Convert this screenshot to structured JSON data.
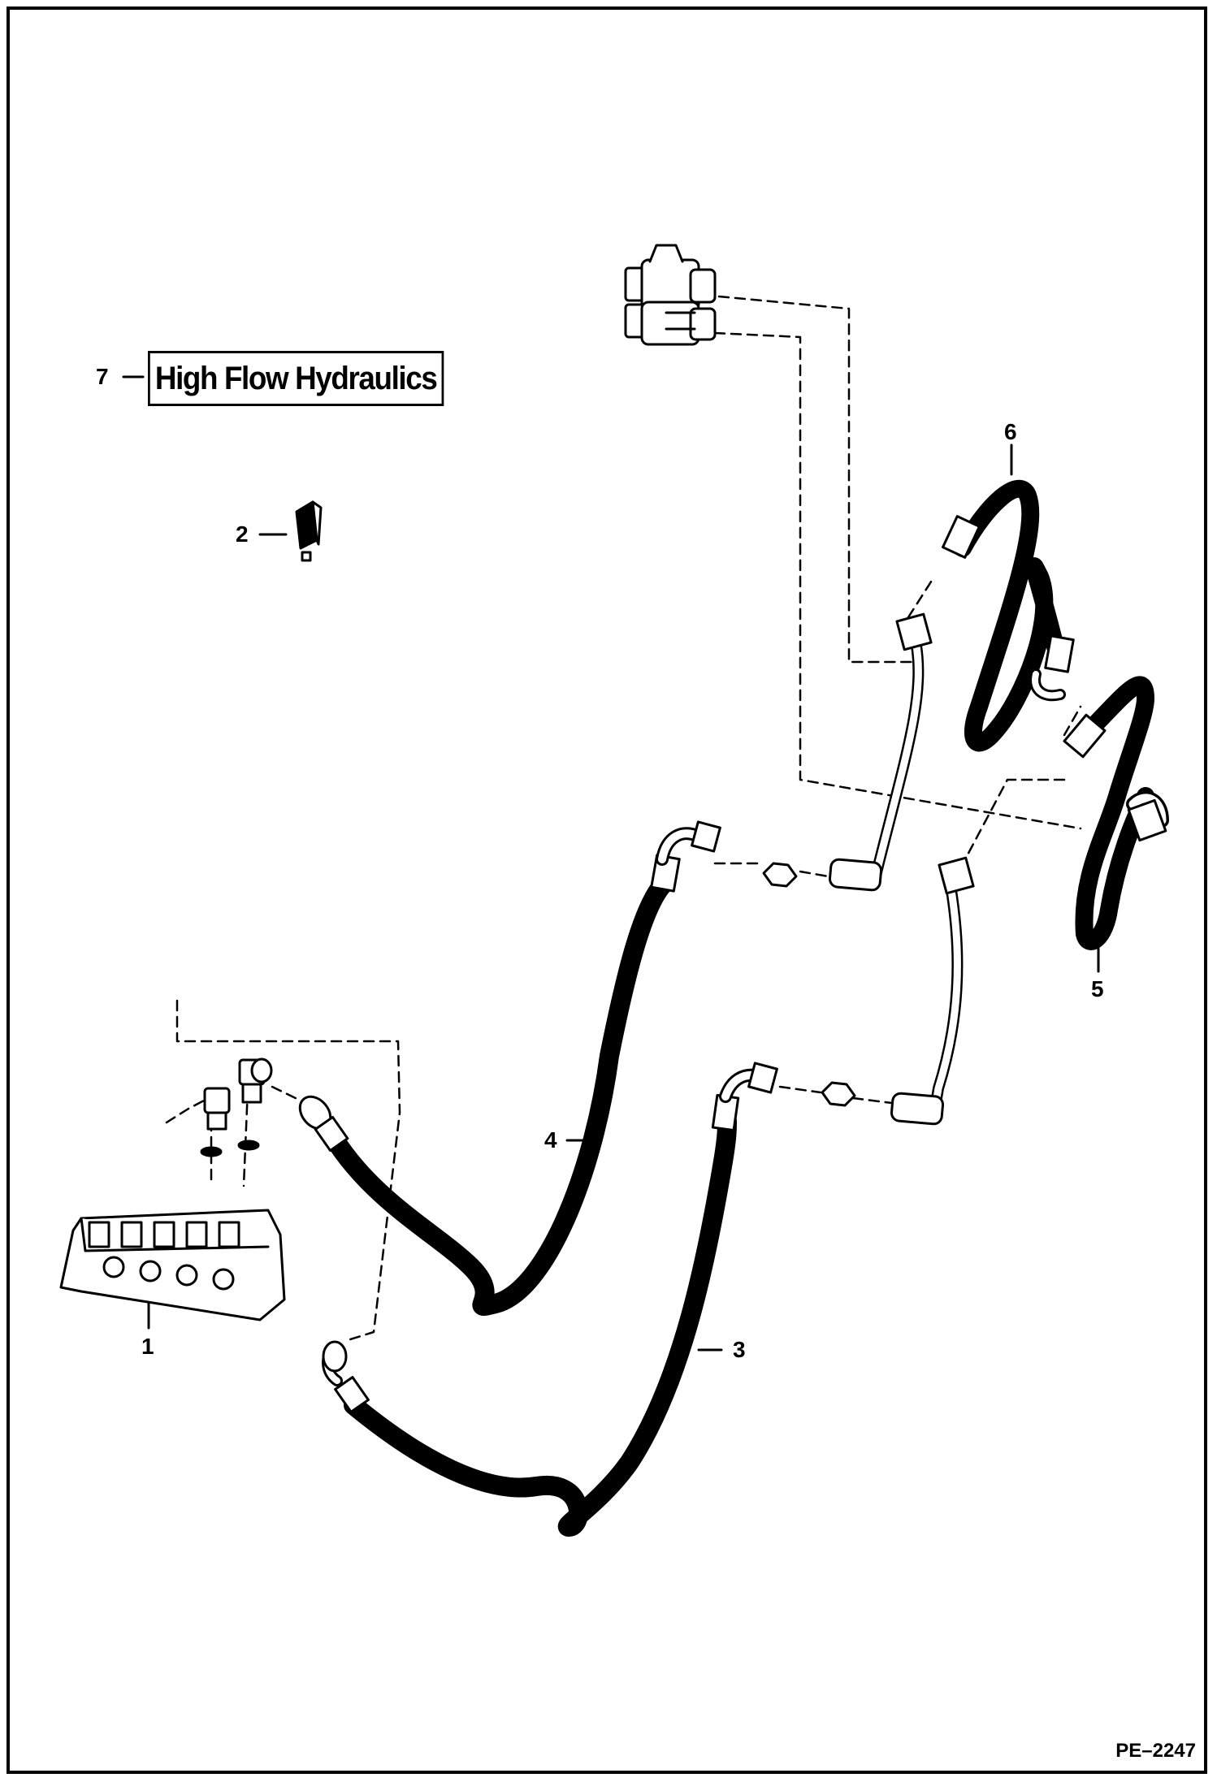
{
  "decal_text": "High Flow Hydraulics",
  "figure_number": "PE–2247",
  "callouts": {
    "c1": "1",
    "c2": "2",
    "c3": "3",
    "c4": "4",
    "c5": "5",
    "c6": "6",
    "c7": "7"
  },
  "line_color": "#000000",
  "hose_color": "#111111",
  "background": "#ffffff"
}
